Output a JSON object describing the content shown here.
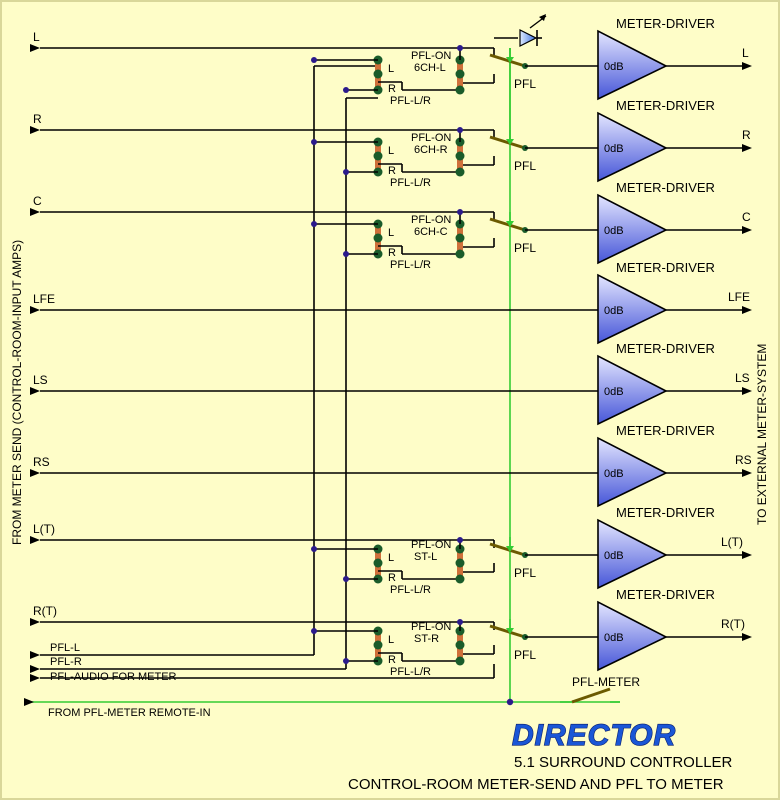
{
  "left_rotated_label": "FROM METER SEND (CONTROL-ROOM-INPUT AMPS)",
  "right_rotated_label": "TO EXTERNAL METER-SYSTEM",
  "channels": [
    {
      "in": "L",
      "out": "L",
      "amp": "METER-DRIVER",
      "gain": "0dB",
      "pfl": "PFL",
      "sel_top": "PFL-ON",
      "sel_mid": "6CH-L",
      "sel_bot": "PFL-L/R",
      "l": "L",
      "r": "R"
    },
    {
      "in": "R",
      "out": "R",
      "amp": "METER-DRIVER",
      "gain": "0dB",
      "pfl": "PFL",
      "sel_top": "PFL-ON",
      "sel_mid": "6CH-R",
      "sel_bot": "PFL-L/R",
      "l": "L",
      "r": "R"
    },
    {
      "in": "C",
      "out": "C",
      "amp": "METER-DRIVER",
      "gain": "0dB",
      "pfl": "PFL",
      "sel_top": "PFL-ON",
      "sel_mid": "6CH-C",
      "sel_bot": "PFL-L/R",
      "l": "L",
      "r": "R"
    },
    {
      "in": "LFE",
      "out": "LFE",
      "amp": "METER-DRIVER",
      "gain": "0dB"
    },
    {
      "in": "LS",
      "out": "LS",
      "amp": "METER-DRIVER",
      "gain": "0dB"
    },
    {
      "in": "RS",
      "out": "RS",
      "amp": "METER-DRIVER",
      "gain": "0dB"
    },
    {
      "in": "L(T)",
      "out": "L(T)",
      "amp": "METER-DRIVER",
      "gain": "0dB",
      "pfl": "PFL",
      "sel_top": "PFL-ON",
      "sel_mid": "ST-L",
      "sel_bot": "PFL-L/R",
      "l": "L",
      "r": "R"
    },
    {
      "in": "R(T)",
      "out": "R(T)",
      "amp": "METER-DRIVER",
      "gain": "0dB",
      "pfl": "PFL",
      "sel_top": "PFL-ON",
      "sel_mid": "ST-R",
      "sel_bot": "PFL-L/R",
      "l": "L",
      "r": "R"
    }
  ],
  "pfl_inputs": {
    "pfl_l": "PFL-L",
    "pfl_r": "PFL-R",
    "pfl_audio": "PFL-AUDIO FOR METER",
    "remote": "FROM PFL-METER REMOTE-IN"
  },
  "pfl_meter_switch": "PFL-METER",
  "brand": "DIRECTOR",
  "subtitle": "5.1 SURROUND CONTROLLER",
  "subtitle2": "CONTROL-ROOM METER-SEND AND PFL TO METER",
  "colors": {
    "background": "#fefdc8",
    "wire": "#000000",
    "control_line": "#33cc33",
    "amp_fill_top": "#d8dcff",
    "amp_fill_bottom": "#4a5bdc",
    "switch_blade": "#6b5a00",
    "contact": "#1a5c2a",
    "junction": "#2b1a8c",
    "selector_bar": "#d0703a",
    "brand_text": "#1a56d6"
  }
}
